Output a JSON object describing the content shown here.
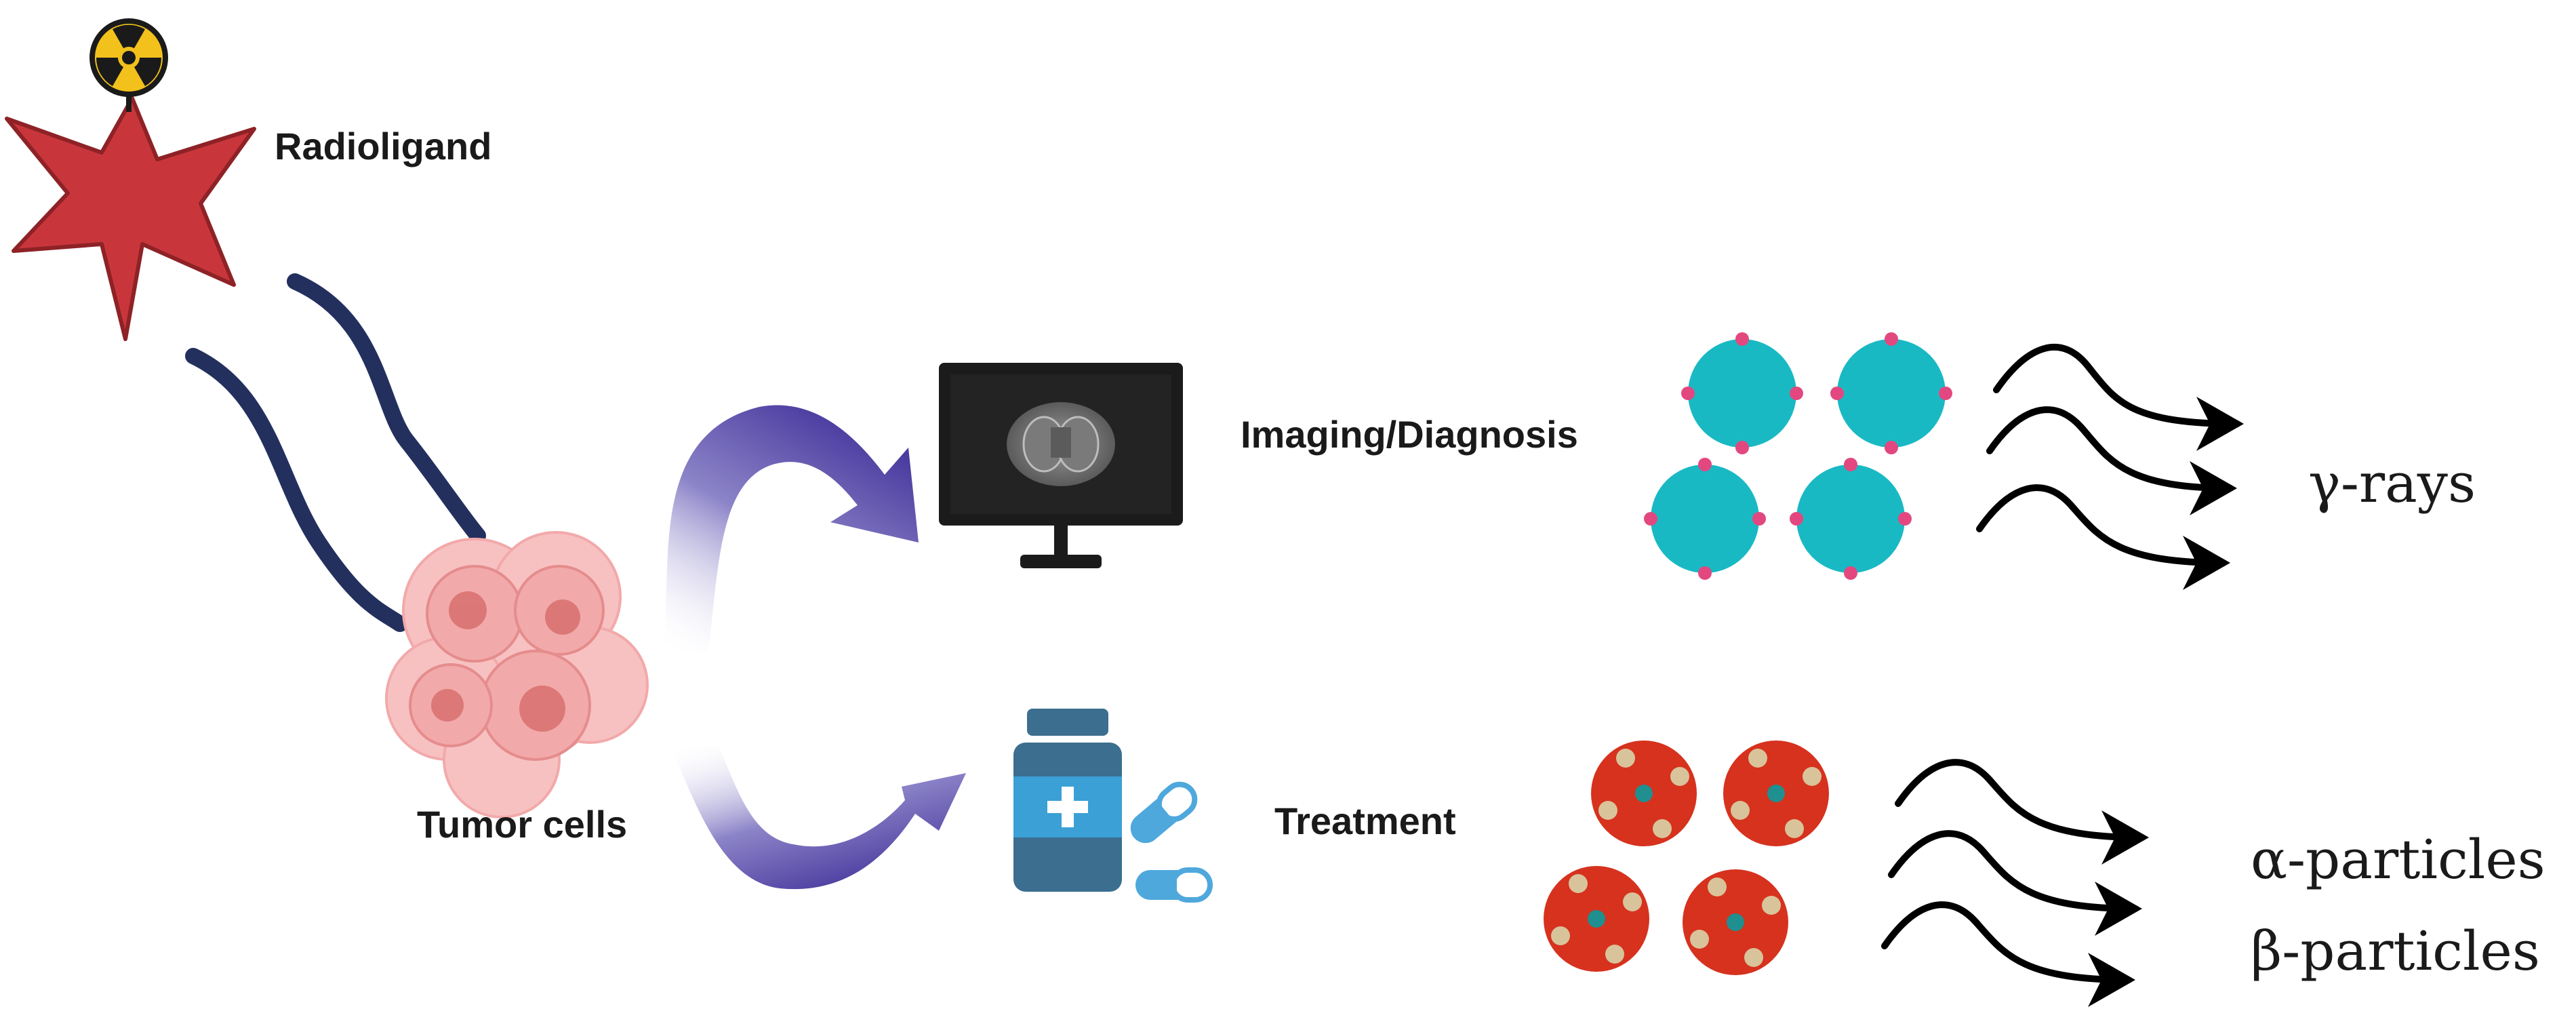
{
  "labels": {
    "radioligand": "Radioligand",
    "tumor_cells": "Tumor cells",
    "imaging": "Imaging/Diagnosis",
    "treatment": "Treatment",
    "gamma": "γ-rays",
    "alpha": "α-particles",
    "beta": "β-particles"
  },
  "colors": {
    "star": "#c8363b",
    "star_stroke": "#8e2226",
    "radiation_badge": "#f2c11c",
    "wave_path": "#23305e",
    "tumor": "#f2a9aa",
    "tumor_nucleus": "#d8706f",
    "curved_arrow": "#4a3b9f",
    "monitor": "#1b1b1b",
    "bottle": "#3c6e8f",
    "bottle_label": "#3aa0d6",
    "pill": "#4fa8dc",
    "imaging_particle": "#19b9c4",
    "imaging_particle_spot": "#e2487f",
    "treatment_particle": "#d6321e",
    "treatment_particle_spot": "#d9c39a",
    "treatment_particle_core": "#1f8f8f",
    "emission_arrow": "#000000"
  },
  "icons": [
    "radiation-icon",
    "monitor-icon",
    "medicine-bottle-icon",
    "capsule-icon"
  ]
}
